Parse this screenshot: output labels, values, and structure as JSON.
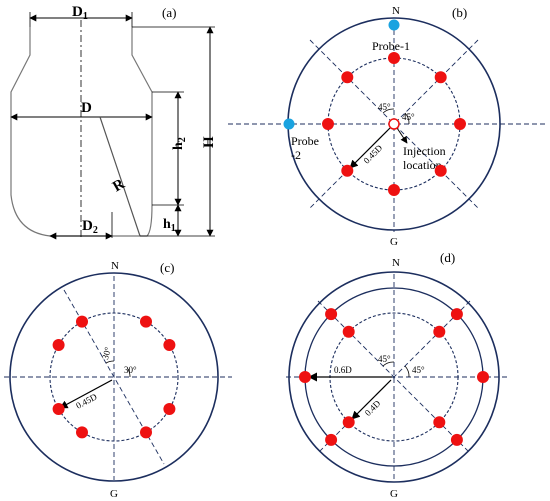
{
  "colors": {
    "ink": "#000000",
    "circle": "#1c2e5e",
    "dash": "#1c2e5e",
    "point": "#ee1111",
    "probe": "#1aa3e0"
  },
  "panel_a": {
    "label": "(a)",
    "D1": "D",
    "D1_sub": "1",
    "D": "D",
    "D2": "D",
    "D2_sub": "2",
    "R": "R",
    "h2": "h",
    "h2_sub": "2",
    "h1": "h",
    "h1_sub": "1",
    "H": "H"
  },
  "panel_b": {
    "label": "(b)",
    "north": "N",
    "south": "G",
    "probe1": "Probe-1",
    "probe2_line1": "Probe",
    "probe2_line2": "-2",
    "angle1": "45°",
    "angle2": "45°",
    "radius_label": "0.45D",
    "injection_line1": "Injection",
    "injection_line2": "location"
  },
  "panel_c": {
    "label": "(c)",
    "north": "N",
    "south": "G",
    "angle1": "30°",
    "angle2": "30°",
    "radius_label": "0.45D"
  },
  "panel_d": {
    "label": "(d)",
    "north": "N",
    "south": "G",
    "angle1": "45°",
    "angle2": "45°",
    "outer_radius_label": "0.6D",
    "inner_radius_label": "0.4D"
  }
}
